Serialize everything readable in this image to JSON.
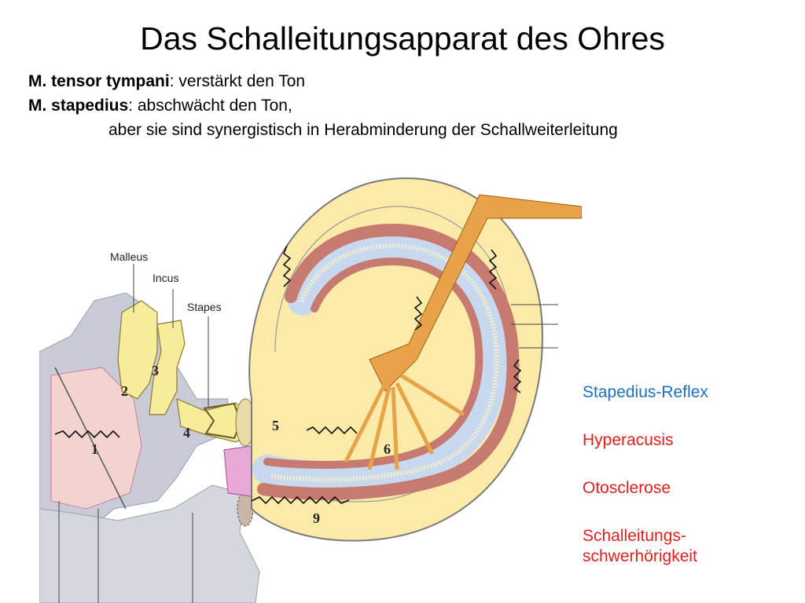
{
  "title": "Das Schalleitungsapparat des Ohres",
  "lines": [
    {
      "bold": "M. tensor tympani",
      "text": ": verstärkt den Ton"
    },
    {
      "bold": "M. stapedius",
      "text": ": abschwächt den Ton,"
    },
    {
      "bold": "",
      "text": "aber sie sind synergistisch in Herabminderung der Schallweiterleitung"
    }
  ],
  "labels": {
    "malleus": "Malleus",
    "incus": "Incus",
    "stapes": "Stapes"
  },
  "numbers": [
    "1",
    "2",
    "3",
    "4",
    "5",
    "6",
    "9"
  ],
  "side_terms": [
    "Stapedius-Reflex",
    "Hyperacusis",
    "Otosclerose",
    "Schalleitungs-\nschwerhörigkeit"
  ],
  "colors": {
    "link_blue": "#1f6fbf",
    "term_red": "#e0211d",
    "cochlea": "#fbeaa8",
    "nerve": "#e8a24a",
    "bone": "#c8ccd6"
  }
}
